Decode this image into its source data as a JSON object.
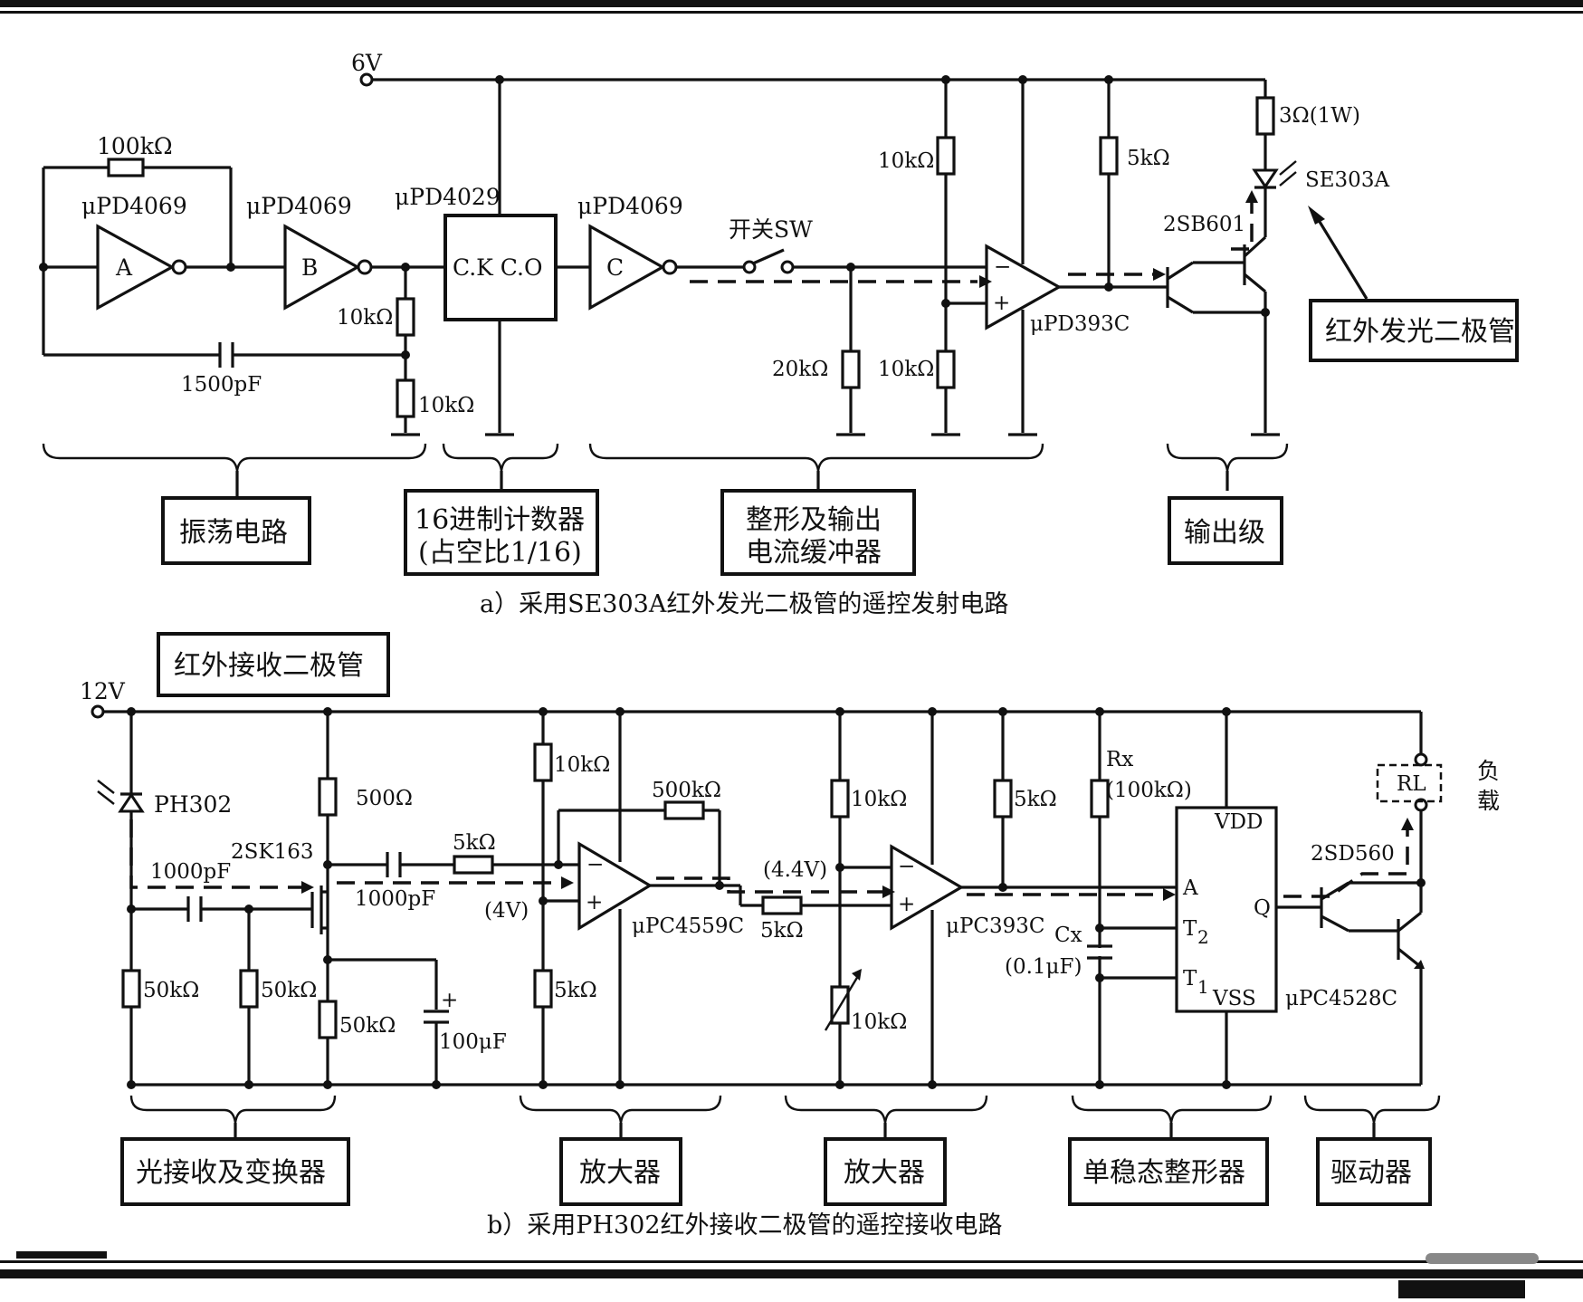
{
  "supply": {
    "v6": "6V",
    "v12": "12V"
  },
  "tx": {
    "gate_a_part": "μPD4069",
    "gate_b_part": "μPD4069",
    "gate_c_part": "μPD4069",
    "gate_a": "A",
    "gate_b": "B",
    "gate_c": "C",
    "r_feedback": "100kΩ",
    "cap_timing": "1500pF",
    "r_div_top": "10kΩ",
    "r_div_bot": "10kΩ",
    "counter_part": "μPD4029",
    "counter_pins": "C.K  C.O",
    "switch": "开关SW",
    "r_20k": "20kΩ",
    "r_ref_top": "10kΩ",
    "r_ref_bot": "10kΩ",
    "comparator": "μPD393C",
    "r_5k": "5kΩ",
    "transistor": "2SB601",
    "r_3ohm": "3Ω(1W)",
    "led": "SE303A",
    "led_callout": "红外发光二极管",
    "blocks": {
      "osc": "振荡电路",
      "counter_line1": "16进制计数器",
      "counter_line2": "(占空比1/16)",
      "shaper_line1": "整形及输出",
      "shaper_line2": "电流缓冲器",
      "output": "输出级"
    },
    "caption": "a）采用SE303A红外发光二极管的遥控发射电路"
  },
  "rx": {
    "title_box": "红外接收二极管",
    "photodiode": "PH302",
    "c_in": "1000pF",
    "r_50k_a": "50kΩ",
    "r_50k_b": "50kΩ",
    "r_50k_c": "50kΩ",
    "fet": "2SK163",
    "r_500": "500Ω",
    "c_bypass": "100μF",
    "c_couple": "1000pF",
    "r_5k_in": "5kΩ",
    "r_bias_top": "10kΩ",
    "r_bias_bot": "5kΩ",
    "bias_v": "(4V)",
    "r_fb": "500kΩ",
    "amp1": "μPC4559C",
    "r_5k_mid": "5kΩ",
    "v_44": "(4.4V)",
    "r_vr_top": "10kΩ",
    "r_vr": "10kΩ",
    "comp2": "μPC393C",
    "r_5k_pull": "5kΩ",
    "rx_label": "Rx",
    "rx_value": "(100kΩ)",
    "cx_label": "Cx",
    "cx_value": "(0.1μF)",
    "ic_vdd": "VDD",
    "ic_vss": "VSS",
    "ic_a": "A",
    "ic_q": "Q",
    "ic_t2": "T",
    "ic_t2_sub": "2",
    "ic_t1": "T",
    "ic_t1_sub": "1",
    "ic_part": "μPC4528C",
    "driver_tr": "2SD560",
    "relay": "RL",
    "load_1": "负",
    "load_2": "载",
    "blocks": {
      "rx_conv": "光接收及变换器",
      "amp_1": "放大器",
      "amp_2": "放大器",
      "mono": "单稳态整形器",
      "drv": "驱动器"
    },
    "caption": "b）采用PH302红外接收二极管的遥控接收电路"
  }
}
